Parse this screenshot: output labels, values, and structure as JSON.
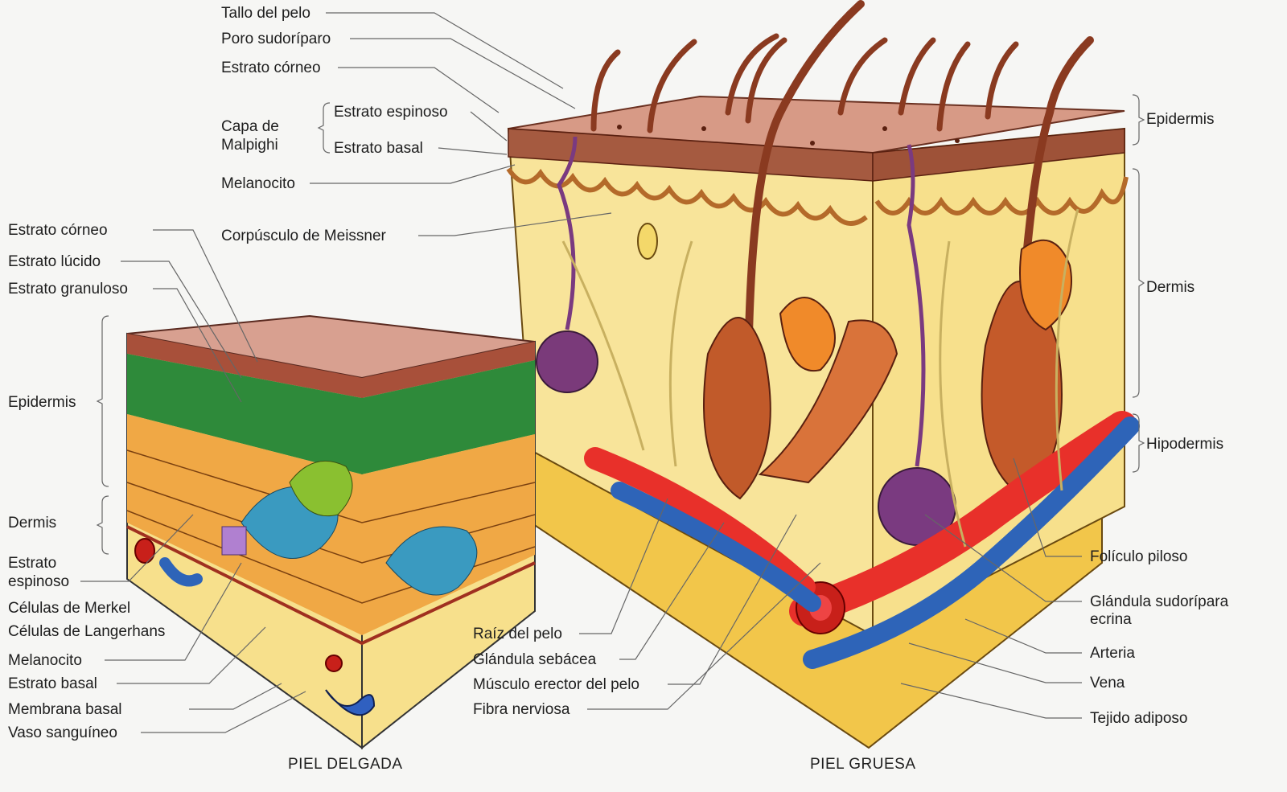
{
  "captions": {
    "thin": "PIEL DELGADA",
    "thick": "PIEL GRUESA"
  },
  "top_labels": {
    "tallo": "Tallo del pelo",
    "poro": "Poro sudoríparo",
    "corneo": "Estrato córneo",
    "malpighi_1": "Capa de",
    "malpighi_2": "Malpighi",
    "espinoso": "Estrato espinoso",
    "basal": "Estrato basal",
    "melanocito": "Melanocito",
    "meissner": "Corpúsculo de Meissner"
  },
  "thin_labels": {
    "corneo": "Estrato córneo",
    "lucido": "Estrato lúcido",
    "granuloso": "Estrato granuloso",
    "epidermis": "Epidermis",
    "dermis": "Dermis",
    "espinoso_1": "Estrato",
    "espinoso_2": "espinoso",
    "merkel": "Células de Merkel",
    "langerhans": "Células de Langerhans",
    "melanocito": "Melanocito",
    "basal": "Estrato basal",
    "membrana": "Membrana basal",
    "vaso": "Vaso sanguíneo"
  },
  "bottom_labels": {
    "raiz": "Raíz del pelo",
    "sebacea": "Glándula sebácea",
    "erector": "Músculo erector del pelo",
    "fibra": "Fibra nerviosa"
  },
  "right_labels": {
    "epidermis": "Epidermis",
    "dermis": "Dermis",
    "hipodermis": "Hipodermis",
    "foliculo": "Folículo piloso",
    "glandula_1": "Glándula sudorípara",
    "glandula_2": "ecrina",
    "arteria": "Arteria",
    "vena": "Vena",
    "adiposo": "Tejido adiposo"
  }
}
